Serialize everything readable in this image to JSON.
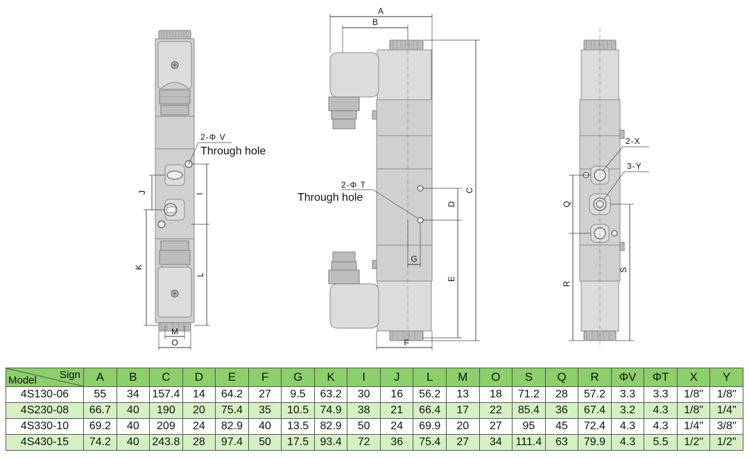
{
  "views": {
    "front": {
      "note_code": "2-Φ V",
      "note_text": "Through hole",
      "dims": {
        "J": "J",
        "I": "I",
        "K": "K",
        "L": "L",
        "M": "M",
        "O": "O"
      }
    },
    "side": {
      "note_code": "2-Φ T",
      "note_text": "Through hole",
      "dims": {
        "A": "A",
        "B": "B",
        "C": "C",
        "D": "D",
        "E": "E",
        "F": "F",
        "G": "G"
      }
    },
    "end": {
      "note_x": "2-X",
      "note_y": "3-Y",
      "dims": {
        "Q": "Q",
        "R": "R",
        "S": "S"
      }
    }
  },
  "table": {
    "corner_sign": "Sign",
    "corner_model": "Model",
    "headers": [
      "A",
      "B",
      "C",
      "D",
      "E",
      "F",
      "G",
      "K",
      "I",
      "J",
      "L",
      "M",
      "O",
      "S",
      "Q",
      "R",
      "ΦV",
      "ΦT",
      "X",
      "Y"
    ],
    "rows": [
      [
        "4S130-06",
        "55",
        "34",
        "157.4",
        "14",
        "64.2",
        "27",
        "9.5",
        "63.2",
        "30",
        "16",
        "56.2",
        "13",
        "18",
        "71.2",
        "28",
        "57.2",
        "3.3",
        "3.3",
        "1/8\"",
        "1/8\""
      ],
      [
        "4S230-08",
        "66.7",
        "40",
        "190",
        "20",
        "75.4",
        "35",
        "10.5",
        "74.9",
        "38",
        "21",
        "66.4",
        "17",
        "22",
        "85.4",
        "36",
        "67.4",
        "3.2",
        "4.3",
        "1/8\"",
        "1/4\""
      ],
      [
        "4S330-10",
        "69.2",
        "40",
        "209",
        "24",
        "82.9",
        "40",
        "13.5",
        "82.9",
        "50",
        "24",
        "69.9",
        "20",
        "27",
        "95",
        "45",
        "72.4",
        "4.3",
        "4.3",
        "1/4\"",
        "3/8\""
      ],
      [
        "4S430-15",
        "74.2",
        "40",
        "243.8",
        "28",
        "97.4",
        "50",
        "17.5",
        "93.4",
        "72",
        "36",
        "75.4",
        "27",
        "34",
        "111.4",
        "63",
        "79.9",
        "4.3",
        "5.5",
        "1/2\"",
        "1/2\""
      ]
    ]
  }
}
